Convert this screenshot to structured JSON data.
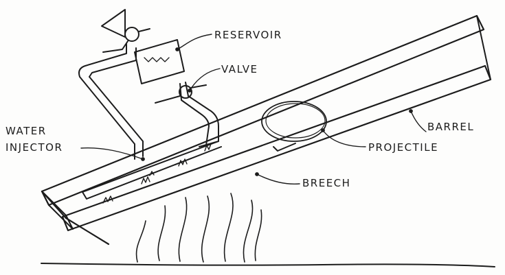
{
  "labels": {
    "reservoir": "RESERVOIR",
    "valve": "VALVE",
    "water": "WATER",
    "injector": "INJECTOR",
    "barrel": "BARREL",
    "projectile": "PROJECTILE",
    "breech": "BREECH"
  },
  "colors": {
    "ink": "#1c1c1c",
    "paper": "#fdfdfc"
  }
}
